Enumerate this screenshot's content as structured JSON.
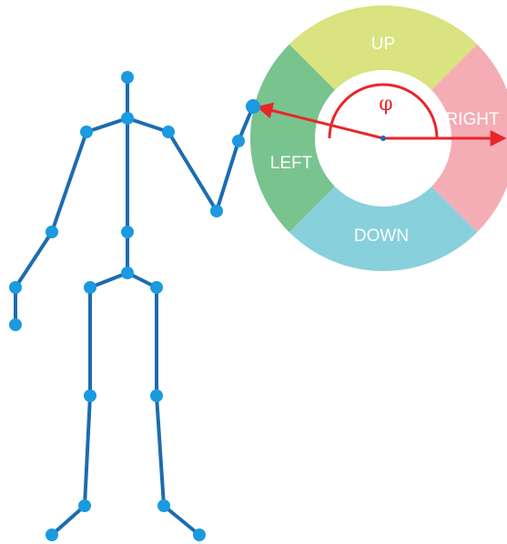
{
  "wheel": {
    "sectors": [
      {
        "key": "up",
        "label": "UP",
        "color": "#d9e37f"
      },
      {
        "key": "right",
        "label": "RIGHT",
        "color": "#f4adb4"
      },
      {
        "key": "down",
        "label": "DOWN",
        "color": "#88d0dc"
      },
      {
        "key": "left",
        "label": "LEFT",
        "color": "#79c38f"
      }
    ],
    "center_color": "#ffffff",
    "angle_symbol": "φ"
  },
  "skeleton": {
    "bone_color": "#1c6cb0",
    "joint_color": "#1a9ae0"
  },
  "pointer": {
    "color": "#e8262a"
  }
}
